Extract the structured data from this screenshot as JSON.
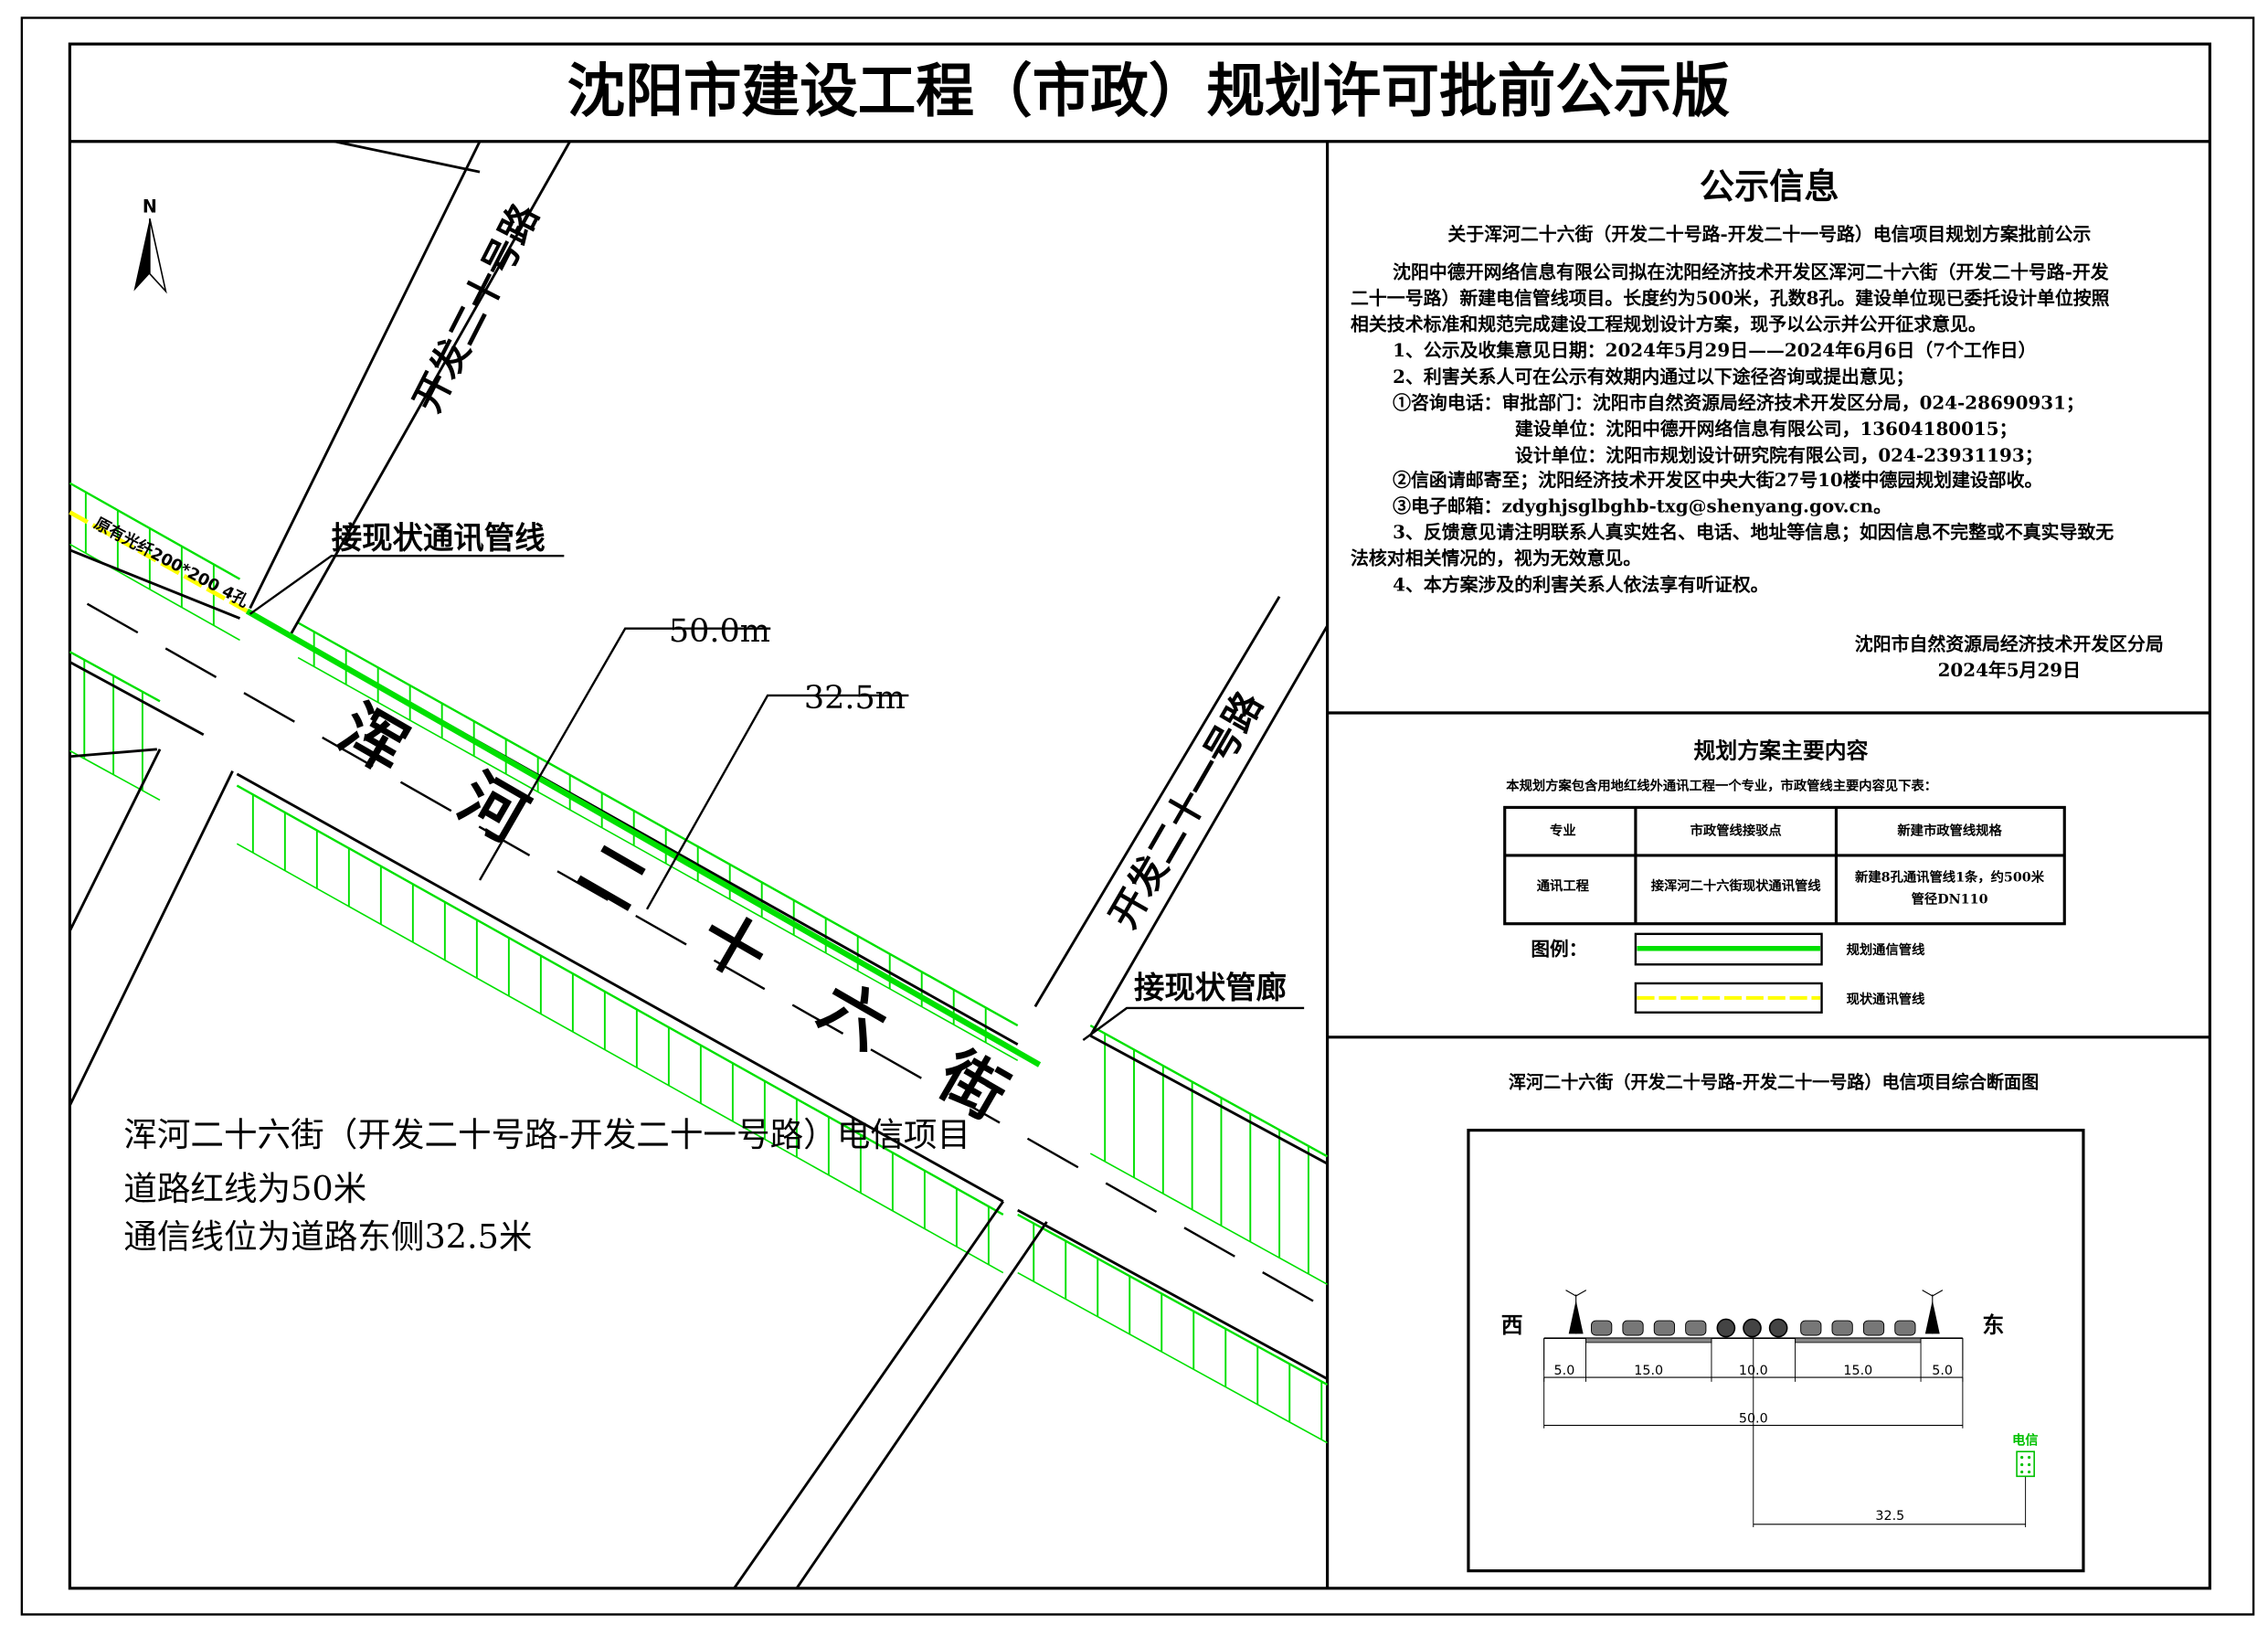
{
  "title": "沈阳市建设工程（市政）规划许可批前公示版",
  "map": {
    "north_label": "N",
    "road_main": "浑 河 二 十 六 街",
    "road_west": "开发二十号路",
    "road_east": "开发二十一号路",
    "existing_fiber_label": "原有光纤200*200 4孔",
    "connect_existing_label": "接现状通讯管线",
    "connect_corridor_label": "接现状管廊",
    "dim_redline": "50.0m",
    "dim_telecom": "32.5m",
    "description": [
      "浑河二十六街（开发二十号路-开发二十一号路）电信项目",
      "道路红线为50米",
      "通信线位为道路东侧32.5米"
    ],
    "colors": {
      "planned": "#00e000",
      "existing": "#ffff00",
      "hatch": "#00e000"
    }
  },
  "notice": {
    "heading": "公示信息",
    "subtitle": "关于浑河二十六街（开发二十号路-开发二十一号路）电信项目规划方案批前公示",
    "lines": [
      "沈阳中德开网络信息有限公司拟在沈阳经济技术开发区浑河二十六街（开发二十号路-开发",
      "二十一号路）新建电信管线项目。长度约为500米，孔数8孔。建设单位现已委托设计单位按照",
      "相关技术标准和规范完成建设工程规划设计方案，现予以公示并公开征求意见。",
      "1、公示及收集意见日期：2024年5月29日——2024年6月6日（7个工作日）",
      "2、利害关系人可在公示有效期内通过以下途径咨询或提出意见；",
      "①咨询电话：审批部门：沈阳市自然资源局经济技术开发区分局，024-28690931；",
      "建设单位：沈阳中德开网络信息有限公司，13604180015；",
      "设计单位：沈阳市规划设计研究院有限公司，024-23931193；",
      "②信函请邮寄至；沈阳经济技术开发区中央大街27号10楼中德园规划建设部收。",
      "③电子邮箱：zdyghjsglbghb-txg@shenyang.gov.cn。",
      "3、反馈意见请注明联系人真实姓名、电话、地址等信息；如因信息不完整或不真实导致无",
      "法核对相关情况的，视为无效意见。",
      "4、本方案涉及的利害关系人依法享有听证权。"
    ],
    "signature_org": "沈阳市自然资源局经济技术开发区分局",
    "signature_date": "2024年5月29日"
  },
  "plan": {
    "heading": "规划方案主要内容",
    "intro": "本规划方案包含用地红线外通讯工程一个专业，市政管线主要内容见下表：",
    "table": {
      "headers": [
        "专业",
        "市政管线接驳点",
        "新建市政管线规格"
      ],
      "rows": [
        [
          "通讯工程",
          "接浑河二十六街现状通讯管线",
          "新建8孔通讯管线1条，约500米",
          "管径DN110"
        ]
      ]
    },
    "legend_label": "图例：",
    "legend": [
      {
        "label": "规划通信管线",
        "color": "#00e000"
      },
      {
        "label": "现状通讯管线",
        "color": "#ffff00"
      }
    ]
  },
  "section": {
    "title": "浑河二十六街（开发二十号路-开发二十一号路）电信项目综合断面图",
    "west": "西",
    "east": "东",
    "segments": [
      "5.0",
      "15.0",
      "10.0",
      "15.0",
      "5.0"
    ],
    "total": "50.0",
    "telecom_label": "电信",
    "telecom_offset": "32.5"
  }
}
